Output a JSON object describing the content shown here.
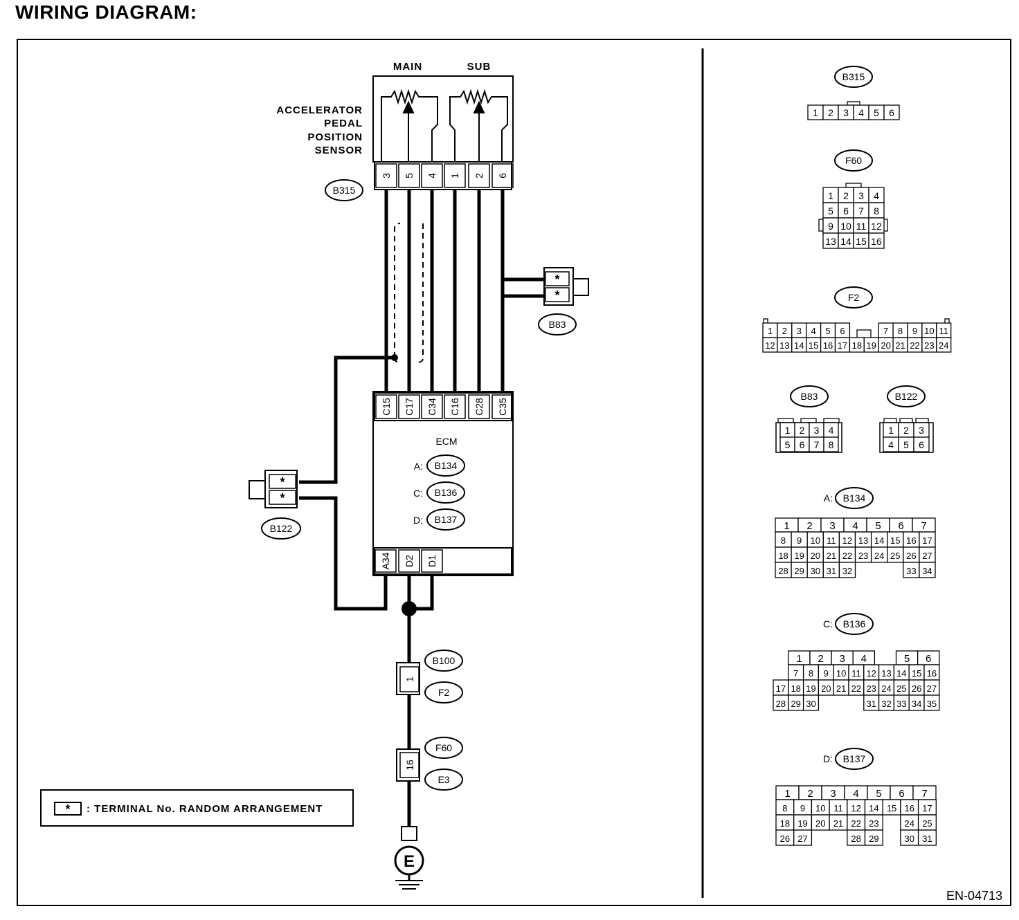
{
  "title": "WIRING DIAGRAM:",
  "figure_id": "EN-04713",
  "sensor": {
    "label_lines": [
      "ACCELERATOR",
      "PEDAL",
      "POSITION",
      "SENSOR"
    ],
    "main_label": "MAIN",
    "sub_label": "SUB",
    "connector": "B315",
    "terminals": [
      "3",
      "5",
      "4",
      "1",
      "2",
      "6"
    ]
  },
  "ecm": {
    "label": "ECM",
    "top_terminals": [
      "C15",
      "C17",
      "C34",
      "C16",
      "C28",
      "C35"
    ],
    "bottom_terminals": [
      "A34",
      "D2",
      "D1"
    ],
    "connectors": [
      {
        "prefix": "A:",
        "name": "B134"
      },
      {
        "prefix": "C:",
        "name": "B136"
      },
      {
        "prefix": "D:",
        "name": "B137"
      }
    ]
  },
  "junctions": [
    {
      "name": "B83",
      "terminals": [
        "*",
        "*"
      ]
    },
    {
      "name": "B122",
      "terminals": [
        "*",
        "*"
      ]
    }
  ],
  "ground_path": {
    "connector_1": {
      "terminal": "1",
      "top": "B100",
      "bottom": "F2"
    },
    "connector_2": {
      "terminal": "16",
      "top": "F60",
      "bottom": "E3"
    },
    "ground_symbol": "E"
  },
  "legend": {
    "symbol": "*",
    "text": ": TERMINAL No. RANDOM ARRANGEMENT"
  },
  "connector_views": {
    "B315": {
      "name": "B315",
      "rows": [
        [
          "1",
          "2",
          "3",
          "4",
          "5",
          "6"
        ]
      ]
    },
    "F60": {
      "name": "F60",
      "rows": [
        [
          "1",
          "2",
          "3",
          "4"
        ],
        [
          "5",
          "6",
          "7",
          "8"
        ],
        [
          "9",
          "10",
          "11",
          "12"
        ],
        [
          "13",
          "14",
          "15",
          "16"
        ]
      ]
    },
    "F2": {
      "name": "F2",
      "rows": [
        [
          "1",
          "2",
          "3",
          "4",
          "5",
          "6",
          "",
          "",
          "7",
          "8",
          "9",
          "10",
          "11"
        ],
        [
          "12",
          "13",
          "14",
          "15",
          "16",
          "17",
          "18",
          "19",
          "20",
          "21",
          "22",
          "23",
          "24"
        ]
      ]
    },
    "B83": {
      "name": "B83",
      "rows": [
        [
          "1",
          "2",
          "3",
          "4"
        ],
        [
          "5",
          "6",
          "7",
          "8"
        ]
      ]
    },
    "B122": {
      "name": "B122",
      "rows": [
        [
          "1",
          "2",
          "3"
        ],
        [
          "4",
          "5",
          "6"
        ]
      ]
    },
    "B134": {
      "prefix": "A:",
      "name": "B134",
      "row1": [
        "1",
        "2",
        "3",
        "4",
        "5",
        "6",
        "7"
      ],
      "rows": [
        [
          "8",
          "9",
          "10",
          "11",
          "12",
          "13",
          "14",
          "15",
          "16",
          "17"
        ],
        [
          "18",
          "19",
          "20",
          "21",
          "22",
          "23",
          "24",
          "25",
          "26",
          "27"
        ],
        [
          "28",
          "29",
          "30",
          "31",
          "32",
          "",
          "",
          "",
          "33",
          "34"
        ]
      ]
    },
    "B136": {
      "prefix": "C:",
      "name": "B136",
      "row1": [
        "1",
        "2",
        "3",
        "4",
        "",
        "5",
        "6"
      ],
      "rows": [
        [
          "",
          "7",
          "8",
          "9",
          "10",
          "11",
          "12",
          "13",
          "14",
          "15",
          "16"
        ],
        [
          "17",
          "18",
          "19",
          "20",
          "21",
          "22",
          "23",
          "24",
          "25",
          "26",
          "27"
        ],
        [
          "28",
          "29",
          "30",
          "",
          "",
          "",
          "31",
          "32",
          "33",
          "34",
          "35"
        ]
      ]
    },
    "B137": {
      "prefix": "D:",
      "name": "B137",
      "row1": [
        "1",
        "2",
        "3",
        "4",
        "5",
        "6",
        "7"
      ],
      "rows": [
        [
          "8",
          "9",
          "10",
          "11",
          "12",
          "14",
          "15",
          "16",
          "17"
        ],
        [
          "18",
          "19",
          "20",
          "21",
          "22",
          "23",
          "",
          "24",
          "25"
        ],
        [
          "26",
          "27",
          "",
          "",
          "28",
          "29",
          "",
          "30",
          "31"
        ]
      ]
    }
  }
}
